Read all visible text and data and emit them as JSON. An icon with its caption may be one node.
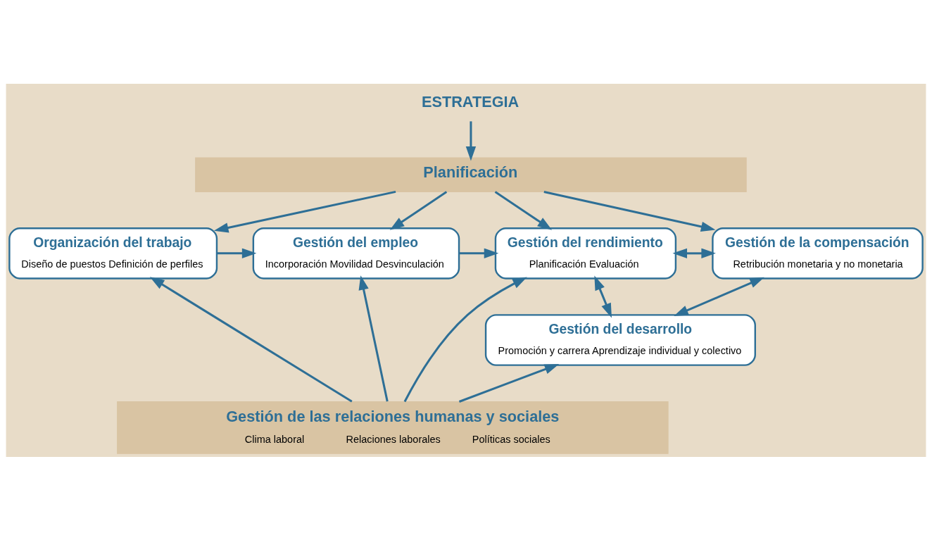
{
  "diagram": {
    "nodes": [
      {
        "text": [
          "ESTRATEGIA"
        ]
      },
      {
        "text": [
          "Planificación"
        ]
      },
      {
        "text": [
          "Organización del trabajo",
          "Diseño de puestos Definición de perfiles"
        ]
      },
      {
        "text": [
          "Gestión del empleo",
          "Incorporación Movilidad Desvinculación"
        ]
      },
      {
        "text": [
          "Gestión del rendimiento",
          "Planificación Evaluación"
        ]
      },
      {
        "text": [
          "Gestión de la compensación",
          "Retribución monetaria y no monetaria"
        ]
      },
      {
        "text": [
          "Gestión del desarrollo",
          "Promoción y carrera Aprendizaje individual y colectivo"
        ]
      },
      {
        "text": [
          "Gestión de las relaciones humanas y sociales",
          "Clima laboral",
          "Relaciones laborales",
          "Políticas sociales"
        ]
      }
    ],
    "edges": [
      {
        "from": 0,
        "to": 1,
        "arrow": "to"
      },
      {
        "from": 1,
        "to": 2,
        "arrow": "to"
      },
      {
        "from": 1,
        "to": 3,
        "arrow": "to"
      },
      {
        "from": 1,
        "to": 4,
        "arrow": "to"
      },
      {
        "from": 1,
        "to": 5,
        "arrow": "to"
      },
      {
        "from": 2,
        "to": 3,
        "arrow": "to"
      },
      {
        "from": 3,
        "to": 4,
        "arrow": "to"
      },
      {
        "from": 4,
        "to": 5,
        "arrow": "both"
      },
      {
        "from": 5,
        "to": 6,
        "arrow": "both"
      },
      {
        "from": 4,
        "to": 6,
        "arrow": "both"
      },
      {
        "from": 7,
        "to": 2,
        "arrow": "to"
      },
      {
        "from": 7,
        "to": 3,
        "arrow": "to"
      },
      {
        "from": 7,
        "to": 4,
        "arrow": "to"
      },
      {
        "from": 7,
        "to": 6,
        "arrow": "to"
      }
    ]
  }
}
